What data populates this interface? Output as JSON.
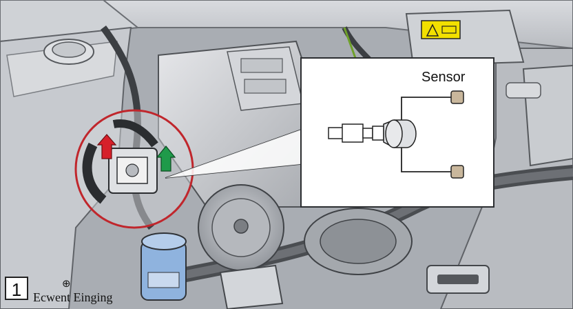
{
  "callout": {
    "label": "Sensor"
  },
  "figure": {
    "number": "1",
    "caption": "Ecwent Einging",
    "symbol": "⊕"
  },
  "colors": {
    "highlight_circle": "#c0262c",
    "arrow_red": "#d6202a",
    "arrow_green": "#1f9a4a",
    "fluid_bottle": "#8fb3de",
    "warning_label": "#f2e000"
  },
  "icons": [
    "red-arrow-icon",
    "green-arrow-icon",
    "warning-label-icon"
  ]
}
